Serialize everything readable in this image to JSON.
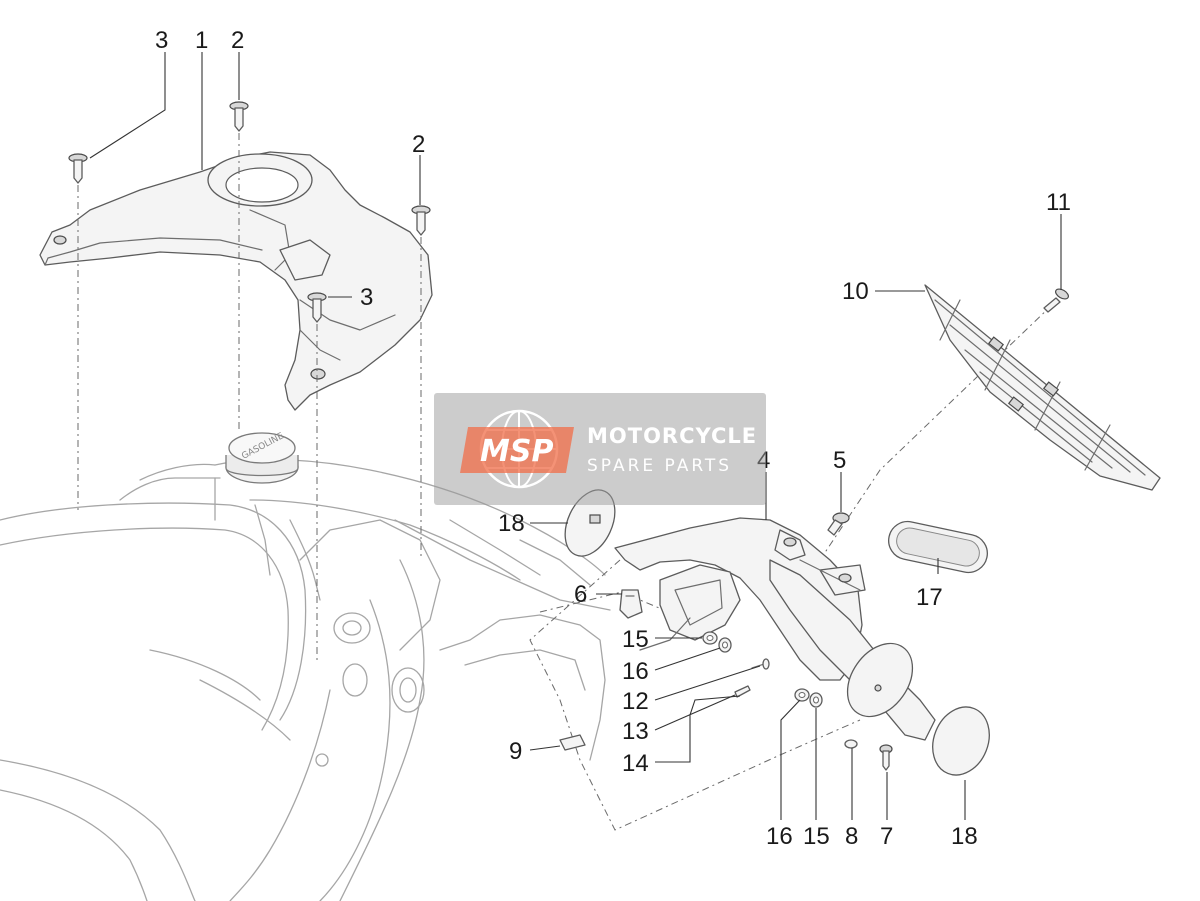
{
  "watermark": {
    "logo_text": "MSP",
    "title": "MOTORCYCLE",
    "subtitle": "SPARE PARTS",
    "accent_color": "#f0623a",
    "box_color": "#9a9a9a"
  },
  "callouts": [
    {
      "id": "c3a",
      "label": "3"
    },
    {
      "id": "c1",
      "label": "1"
    },
    {
      "id": "c2a",
      "label": "2"
    },
    {
      "id": "c2b",
      "label": "2"
    },
    {
      "id": "c3b",
      "label": "3"
    },
    {
      "id": "c11",
      "label": "11"
    },
    {
      "id": "c10",
      "label": "10"
    },
    {
      "id": "c4",
      "label": "4"
    },
    {
      "id": "c5",
      "label": "5"
    },
    {
      "id": "c18a",
      "label": "18"
    },
    {
      "id": "c6",
      "label": "6"
    },
    {
      "id": "c17",
      "label": "17"
    },
    {
      "id": "c15a",
      "label": "15"
    },
    {
      "id": "c16a",
      "label": "16"
    },
    {
      "id": "c12",
      "label": "12"
    },
    {
      "id": "c13",
      "label": "13"
    },
    {
      "id": "c9",
      "label": "9"
    },
    {
      "id": "c14",
      "label": "14"
    },
    {
      "id": "c16b",
      "label": "16"
    },
    {
      "id": "c15b",
      "label": "15"
    },
    {
      "id": "c8",
      "label": "8"
    },
    {
      "id": "c7",
      "label": "7"
    },
    {
      "id": "c18b",
      "label": "18"
    }
  ],
  "cap_text": "GASOLINE"
}
